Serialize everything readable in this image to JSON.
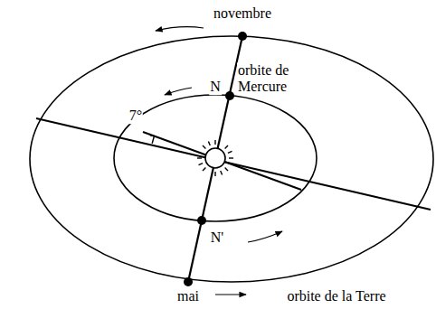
{
  "diagram": {
    "labels": [
      "novembre",
      "N",
      "orbite de Mercure",
      "7°",
      "N'",
      "mai",
      "orbite de la Terre"
    ]
  }
}
